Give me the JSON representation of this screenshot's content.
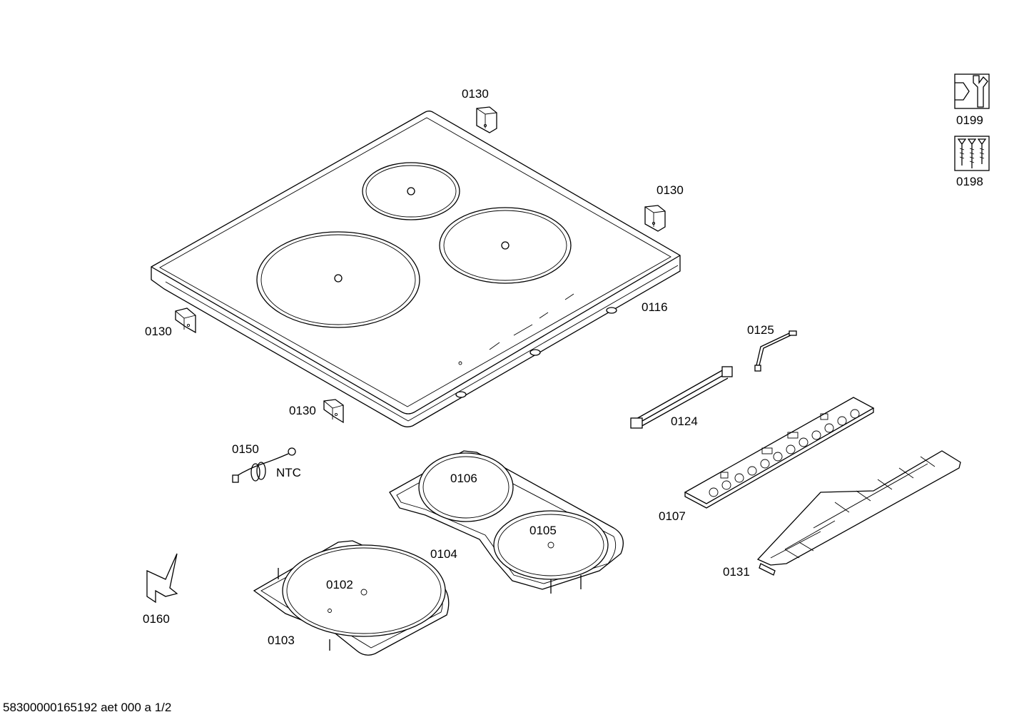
{
  "labels": {
    "p0130_top": "0130",
    "p0130_right": "0130",
    "p0130_left": "0130",
    "p0130_bottom": "0130",
    "p0199": "0199",
    "p0198": "0198",
    "p0116": "0116",
    "p0125": "0125",
    "p0124": "0124",
    "p0150": "0150",
    "ntc": "NTC",
    "p0106": "0106",
    "p0105": "0105",
    "p0104": "0104",
    "p0107": "0107",
    "p0131": "0131",
    "p0102": "0102",
    "p0160": "0160",
    "p0103": "0103"
  },
  "footer": {
    "doc_id": "58300000165192 aet 000 a 1/2"
  },
  "icons": [
    "wrench-icon",
    "screws-icon"
  ]
}
